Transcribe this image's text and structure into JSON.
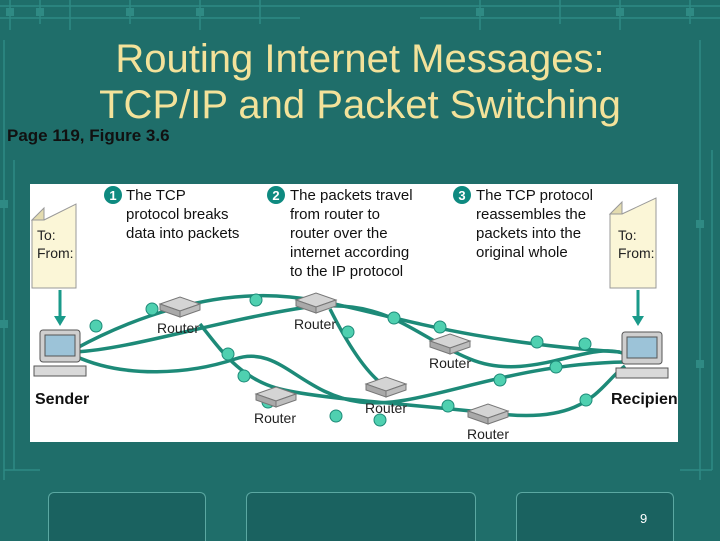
{
  "slide": {
    "title_line1": "Routing Internet Messages:",
    "title_line2": "TCP/IP and Packet Switching",
    "subtitle": "Page 119, Figure 3.6",
    "page_number": "9"
  },
  "figure": {
    "steps": [
      {
        "number": "1",
        "lines": [
          "The TCP",
          "protocol breaks",
          "data into packets"
        ]
      },
      {
        "number": "2",
        "lines": [
          "The packets travel",
          "from router to",
          "router over the",
          "internet according",
          "to the IP protocol"
        ]
      },
      {
        "number": "3",
        "lines": [
          "The TCP protocol",
          "reassembles the",
          "packets into the",
          "original whole"
        ]
      }
    ],
    "envelope_lines": [
      "To:",
      "From:"
    ],
    "router_label": "Router",
    "sender_label": "Sender",
    "recipient_label": "Recipient",
    "colors": {
      "background": "#1f6e6a",
      "title": "#f3e29a",
      "path": "#1d8a78",
      "packet": "#4fd0b0",
      "arrow": "#1a9a8a",
      "figure_bg": "#ffffff"
    }
  }
}
